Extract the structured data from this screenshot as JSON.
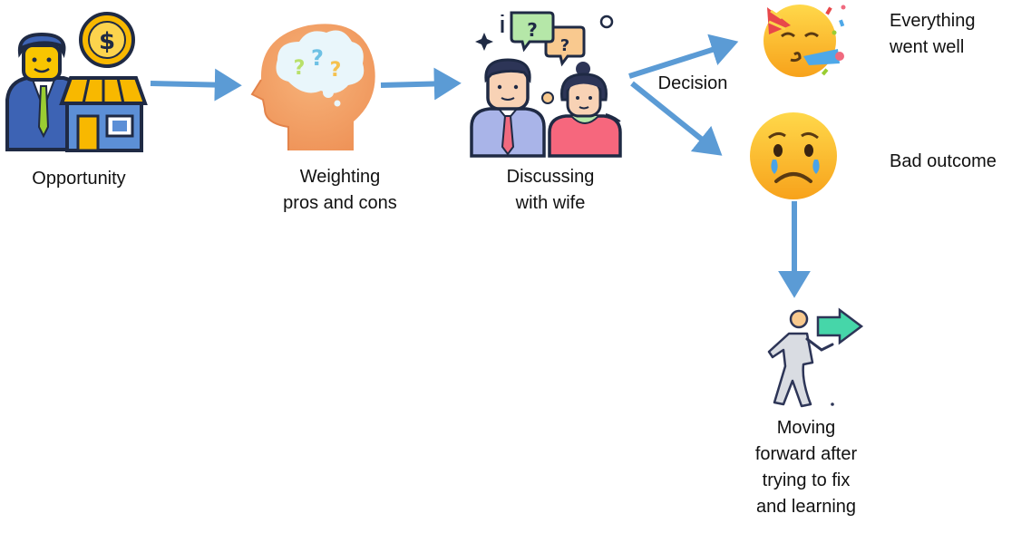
{
  "nodes": {
    "opportunity": {
      "lines": [
        "Opportunity"
      ],
      "icon": "businessman-shop-icon"
    },
    "weighting": {
      "lines": [
        "Weighting",
        "pros and cons"
      ],
      "icon": "thinking-head-icon"
    },
    "discussing": {
      "lines": [
        "Discussing",
        "with wife"
      ],
      "icon": "couple-talking-icon"
    },
    "good": {
      "lines": [
        "Everything",
        "went well"
      ],
      "icon": "party-emoji-icon"
    },
    "bad": {
      "lines": [
        "Bad outcome"
      ],
      "icon": "sad-emoji-icon"
    },
    "moving": {
      "lines": [
        "Moving",
        "forward after",
        "trying to fix",
        "and learning"
      ],
      "icon": "walking-person-icon"
    }
  },
  "edge_labels": {
    "decision": "Decision"
  },
  "colors": {
    "arrow": "#5b9bd5",
    "text": "#111111"
  }
}
